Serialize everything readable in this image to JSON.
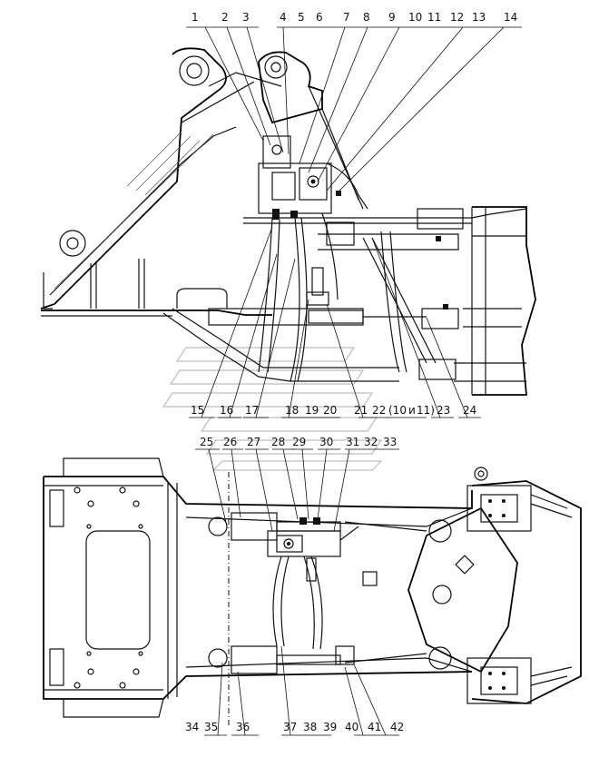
{
  "top_view_callouts": [
    "1",
    "2",
    "3",
    "4",
    "5",
    "6",
    "7",
    "8",
    "9",
    "10",
    "11",
    "12",
    "13",
    "14"
  ],
  "mid_callouts_row1": [
    "15",
    "16",
    "17",
    "18",
    "19",
    "20",
    "21",
    "22",
    "(10",
    "и",
    "11)",
    "23",
    "24"
  ],
  "mid_callouts_row2": [
    "25",
    "26",
    "27",
    "28",
    "29",
    "30",
    "31",
    "32",
    "33"
  ],
  "bottom_callouts": [
    "34",
    "35",
    "36",
    "37",
    "38",
    "39",
    "40",
    "41",
    "42"
  ],
  "icons": [
    "watermark-logo-icon"
  ]
}
